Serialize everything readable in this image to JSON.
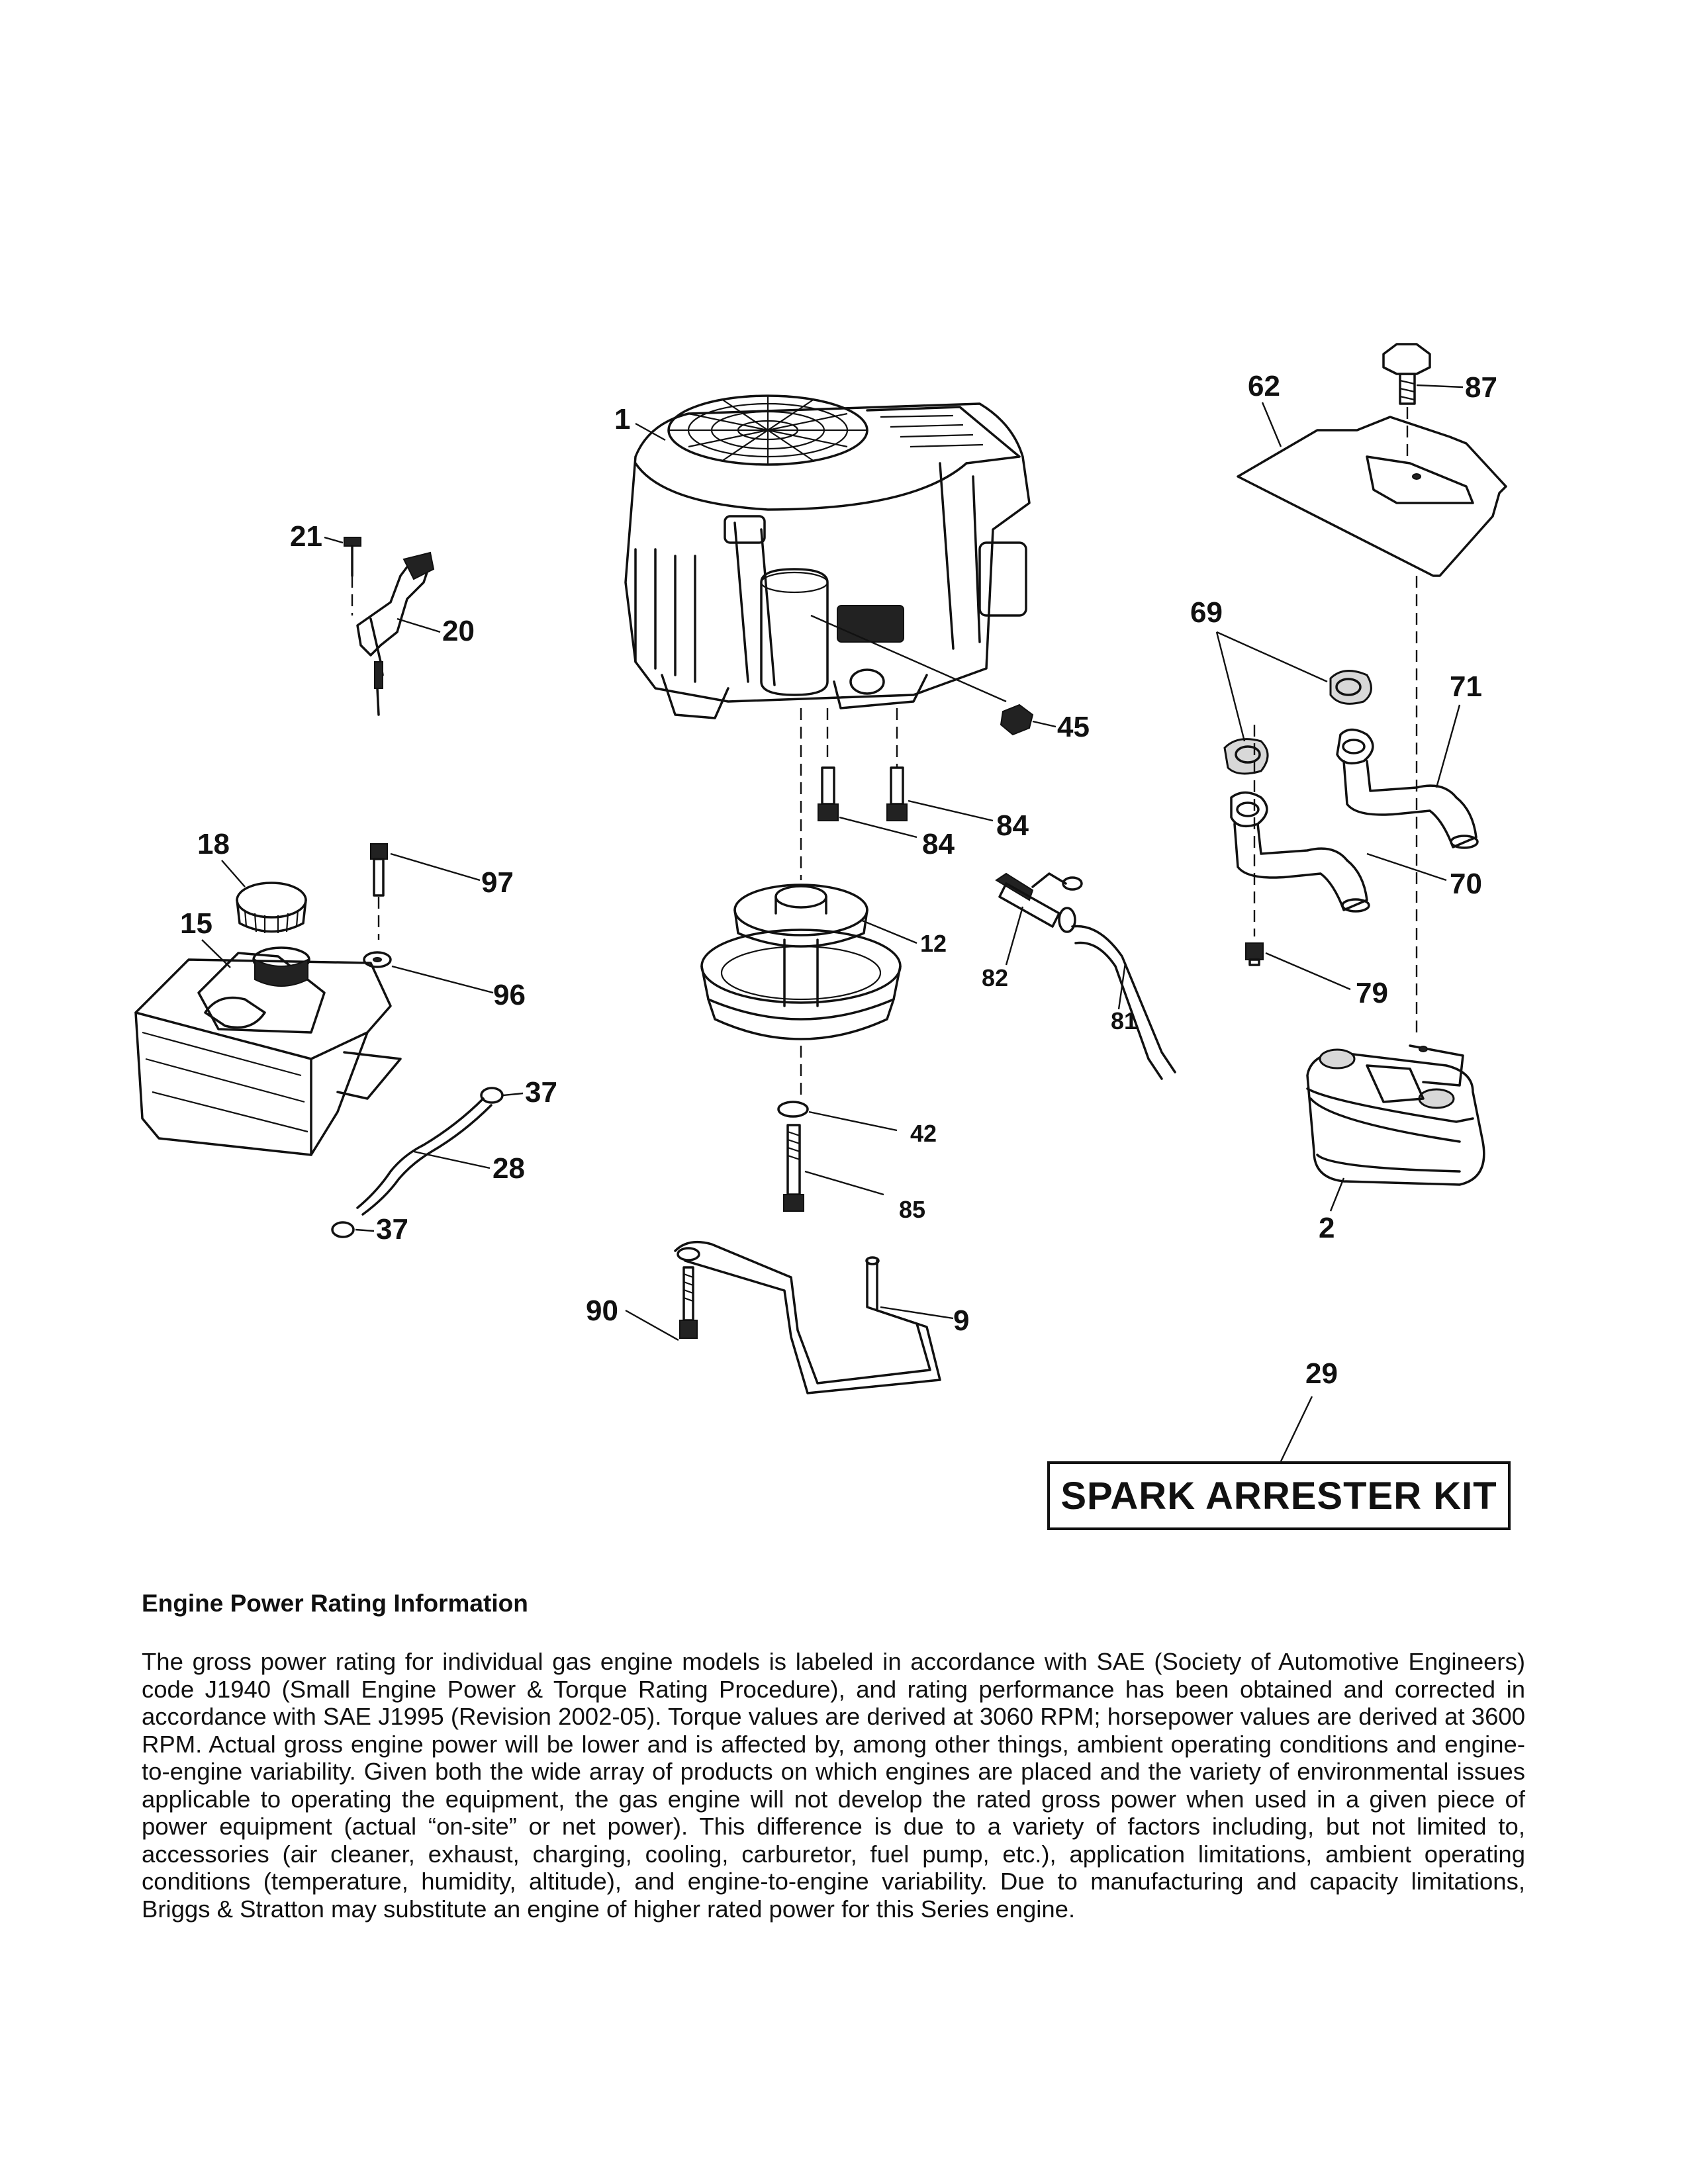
{
  "callouts": [
    {
      "id": "1",
      "label": "1"
    },
    {
      "id": "2",
      "label": "2"
    },
    {
      "id": "9",
      "label": "9"
    },
    {
      "id": "12",
      "label": "12"
    },
    {
      "id": "15",
      "label": "15"
    },
    {
      "id": "18",
      "label": "18"
    },
    {
      "id": "20",
      "label": "20"
    },
    {
      "id": "21",
      "label": "21"
    },
    {
      "id": "28",
      "label": "28"
    },
    {
      "id": "29",
      "label": "29"
    },
    {
      "id": "37a",
      "label": "37"
    },
    {
      "id": "37b",
      "label": "37"
    },
    {
      "id": "42",
      "label": "42"
    },
    {
      "id": "45",
      "label": "45"
    },
    {
      "id": "62",
      "label": "62"
    },
    {
      "id": "69",
      "label": "69"
    },
    {
      "id": "70",
      "label": "70"
    },
    {
      "id": "71",
      "label": "71"
    },
    {
      "id": "79",
      "label": "79"
    },
    {
      "id": "81",
      "label": "81"
    },
    {
      "id": "82",
      "label": "82"
    },
    {
      "id": "84a",
      "label": "84"
    },
    {
      "id": "84b",
      "label": "84"
    },
    {
      "id": "85",
      "label": "85"
    },
    {
      "id": "87",
      "label": "87"
    },
    {
      "id": "90",
      "label": "90"
    },
    {
      "id": "96",
      "label": "96"
    },
    {
      "id": "97",
      "label": "97"
    }
  ],
  "kit": {
    "label": "SPARK ARRESTER KIT"
  },
  "info": {
    "heading": "Engine Power Rating Information",
    "body": "The gross power rating for individual gas engine models is labeled in accordance with SAE (Society of Automotive Engineers) code J1940 (Small Engine Power & Torque Rating Procedure), and rating performance has been obtained and corrected in accordance with SAE J1995 (Revision 2002-05). Torque values are derived at 3060 RPM; horsepower values are derived at 3600 RPM. Actual gross engine power will be lower and is affected by, among other things, ambient operating conditions and engine-to-engine variability. Given both the wide array of products on which engines are placed and the variety of environmental issues applicable to operating the equipment, the gas engine will not develop the rated gross power when used in a given piece of power equipment (actual “on-site” or net power). This difference is due to a variety of factors including, but not limited to, accessories (air cleaner, exhaust, charging, cooling, carburetor, fuel pump, etc.), application limitations, ambient operating conditions (temperature, humidity, altitude), and engine-to-engine variability. Due to manufacturing and capacity limitations, Briggs & Stratton may substitute an engine of higher rated power for this Series engine."
  }
}
